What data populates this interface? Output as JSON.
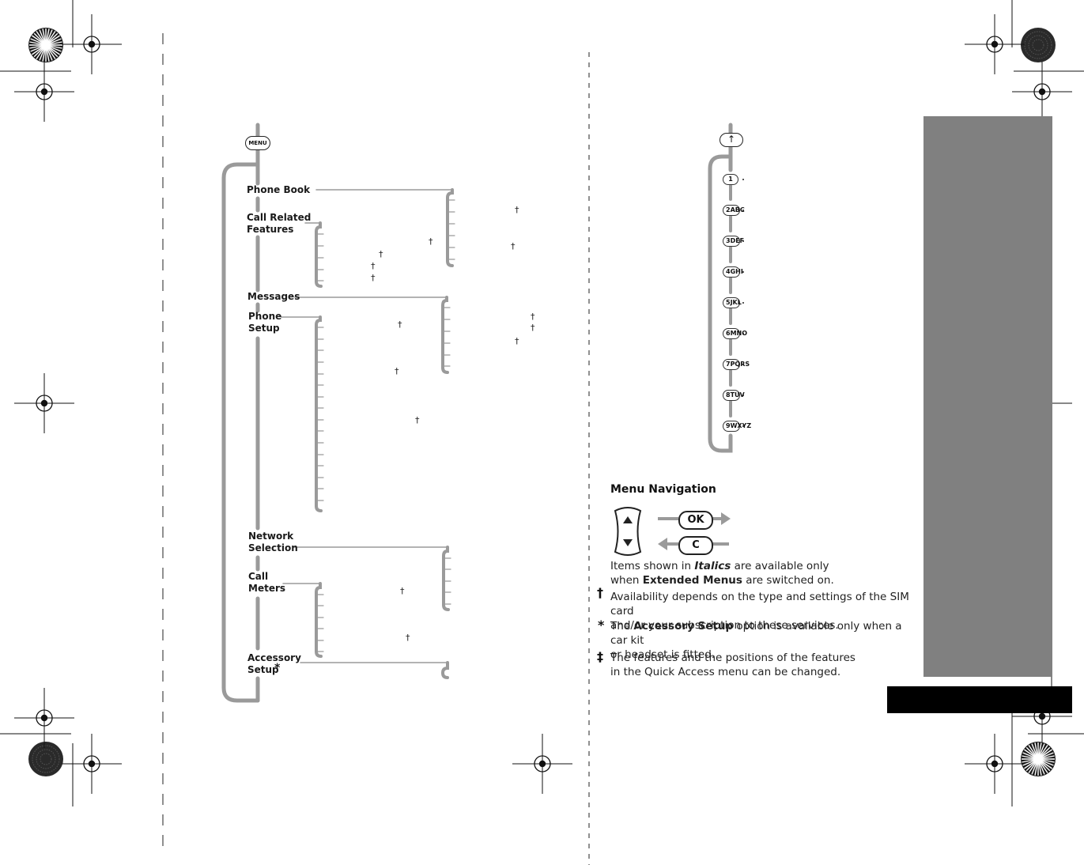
{
  "menu_key_label": "MENU",
  "up_key_label": "↑",
  "dagger": "†",
  "main_items": [
    {
      "label": "Phone Book"
    },
    {
      "label": "Call Related\nFeatures"
    },
    {
      "label": "Messages"
    },
    {
      "label": "Phone\nSetup"
    },
    {
      "label": "Network\nSelection"
    },
    {
      "label": "Call\nMeters"
    },
    {
      "label": "Accessory\nSetup"
    }
  ],
  "accessory_marker": "*",
  "quick_access_keys": [
    "1",
    "2ABC",
    "3DEF",
    "4GHI",
    "5JKL",
    "6MNO",
    "7PQRS",
    "8TUV",
    "9WXYZ"
  ],
  "navigation": {
    "title": "Menu Navigation",
    "ok_label": "OK",
    "c_label": "C"
  },
  "notes": {
    "italics_prefix": "Items shown in ",
    "italics_word": "Italics",
    "italics_mid": " are available only\nwhen ",
    "extended_menus": "Extended Menus",
    "italics_suffix": " are switched on.",
    "dagger_text": "Availability depends on the type and settings of the SIM card\nand/or your subscription to these services.",
    "star_symbol": "*",
    "star_prefix": "The ",
    "accessory_setup": "Accessory Setup",
    "star_suffix": " option is available only when a car kit\nor headset is fitted.",
    "double_dagger_symbol": "‡",
    "double_dagger_text": "The features and the positions of the features\nin the Quick Access menu can be changed."
  },
  "colors": {
    "connector_gray": "#9a9a9a",
    "tab_gray": "#808080",
    "bar_black": "#000000"
  }
}
